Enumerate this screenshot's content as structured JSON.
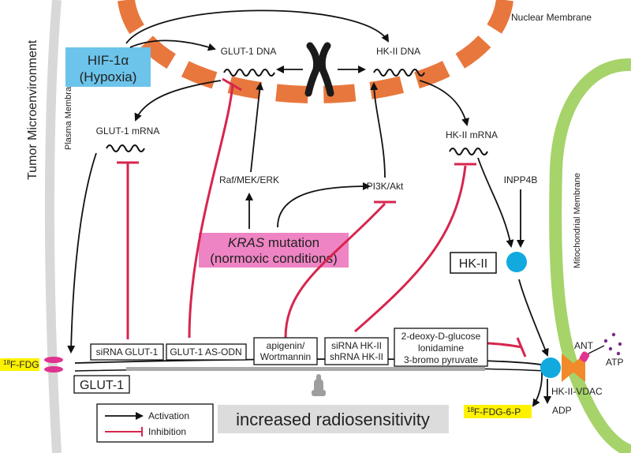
{
  "labels": {
    "tumor_microenvironment": "Tumor Microenvironment",
    "plasma_membrane": "Plasma Membrane",
    "nuclear_membrane": "Nuclear Membrane",
    "mitochondrial_membrane": "Mitochondrial Membrane",
    "glut1_dna": "GLUT-1 DNA",
    "hk2_dna": "HK-II DNA",
    "glut1_mrna": "GLUT-1 mRNA",
    "hk2_mrna": "HK-II mRNA",
    "raf_mek_erk": "Raf/MEK/ERK",
    "pi3k_akt": "PI3K/Akt",
    "inpp4b": "INPP4B",
    "hk2": "HK-II",
    "glut1": "GLUT-1",
    "fdg": "F-FDG",
    "fdg_sup": "18",
    "fdg6p": "F-FDG-6-P",
    "fdg6p_sup": "18",
    "hk2_vdac": "HK-II-VDAC",
    "ant": "ANT",
    "atp": "ATP",
    "adp": "ADP"
  },
  "hif": {
    "line1": "HIF-1α",
    "line2": "(Hypoxia)"
  },
  "kras": {
    "line1_italic": "KRAS",
    "line1_rest": " mutation",
    "line2": "(normoxic conditions)"
  },
  "inhibitors": {
    "sirna_glut1": "siRNA GLUT-1",
    "glut1_as_odn": "GLUT-1 AS-ODN",
    "apigenin_1": "apigenin/",
    "apigenin_2": "Wortmannin",
    "sirna_hk2_1": "siRNA HK-II",
    "sirna_hk2_2": "shRNA HK-II",
    "glycolytic_1": "2-deoxy-D-glucose",
    "glycolytic_2": "lonidamine",
    "glycolytic_3": "3-bromo pyruvate"
  },
  "outcome": "increased radiosensitivity",
  "legend": {
    "activation": "Activation",
    "inhibition": "Inhibition"
  },
  "colors": {
    "inhibition": "#d6264e",
    "nuclear_membrane": "#e8773d",
    "mito_membrane": "#a6d36a",
    "hif_box": "#6cc4ea",
    "kras_box": "#ef84c4",
    "highlight": "#fff200",
    "hk2_circle": "#12a9df"
  }
}
